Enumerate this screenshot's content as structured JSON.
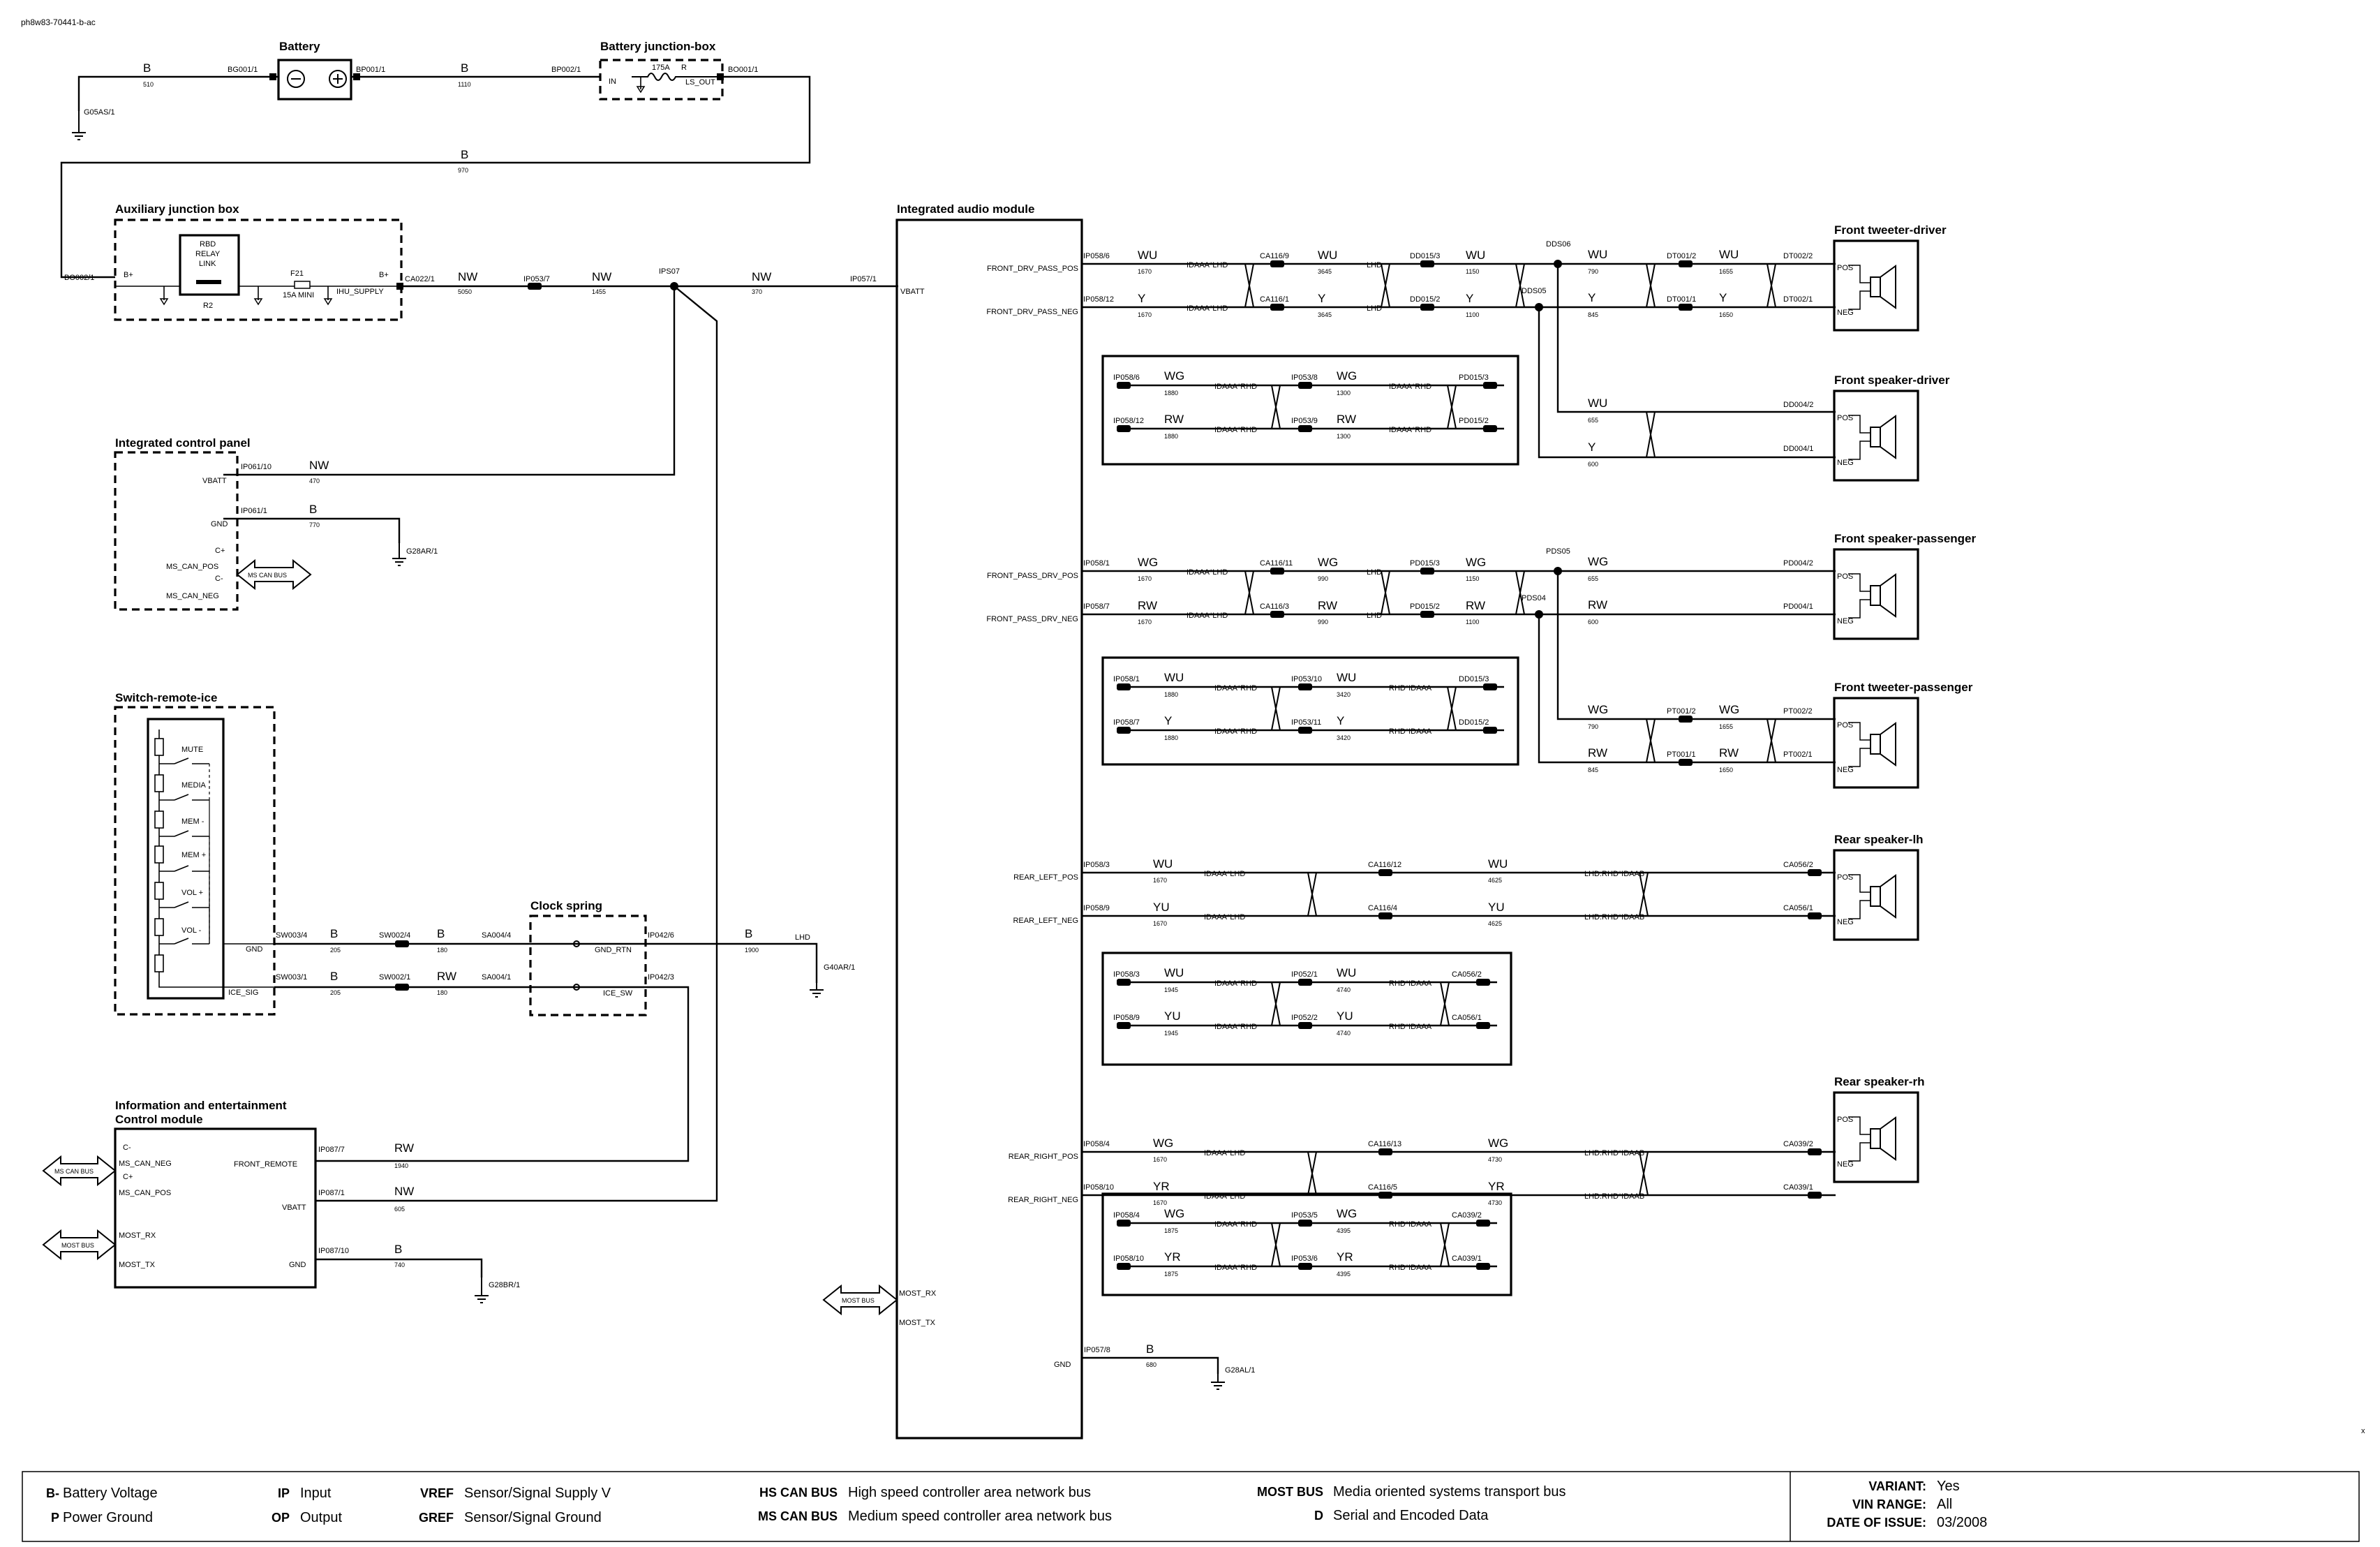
{
  "doc": {
    "id": "ph8w83-70441-b-ac"
  },
  "components": {
    "battery": "Battery",
    "battery_junction": "Battery junction-box",
    "aux_junction": "Auxiliary junction box",
    "icp": "Integrated control panel",
    "switch_remote": "Switch-remote-ice",
    "clock_spring": "Clock spring",
    "iecm_line1": "Information and entertainment",
    "iecm_line2": "Control module",
    "iam": "Integrated audio module",
    "front_tweeter_driver": "Front tweeter-driver",
    "front_speaker_driver": "Front speaker-driver",
    "front_speaker_passenger": "Front speaker-passenger",
    "front_tweeter_passenger": "Front tweeter-passenger",
    "rear_speaker_lh": "Rear speaker-lh",
    "rear_speaker_rh": "Rear speaker-rh"
  },
  "labels": {
    "g05as": "G05AS/1",
    "bg001": "BG001/1",
    "bp001": "BP001/1",
    "bp002": "BP002/1",
    "bo001": "BO001/1",
    "b_510_c": "B",
    "b_510_n": "510",
    "b_1110_c": "B",
    "b_1110_n": "1110",
    "b_970_c": "B",
    "b_970_n": "970",
    "fuse_175": "175A",
    "r": "R",
    "in": "IN",
    "ls_out": "LS_OUT",
    "bo002": "BO002/1",
    "bplus1": "B+",
    "bplus2": "B+",
    "rbd1": "RBD",
    "rbd2": "RELAY",
    "rbd3": "LINK",
    "r2": "R2",
    "f21": "F21",
    "f21v": "15A MINI",
    "ihu": "IHU_SUPPLY",
    "ca022": "CA022/1",
    "nw_5050_c": "NW",
    "nw_5050_n": "5050",
    "ip053_7": "IP053/7",
    "nw_1455_c": "NW",
    "nw_1455_n": "1455",
    "ips07": "IPS07",
    "nw_370_c": "NW",
    "nw_370_n": "370",
    "ip057_1": "IP057/1",
    "vbatt_iam": "VBATT",
    "ip061_10": "IP061/10",
    "vbatt_icp": "VBATT",
    "nw_470_c": "NW",
    "nw_470_n": "470",
    "ip061_1": "IP061/1",
    "gnd_icp": "GND",
    "b_770_c": "B",
    "b_770_n": "770",
    "g28ar": "G28AR/1",
    "cplus": "C+",
    "ms_can_pos": "MS_CAN_POS",
    "cminus": "C-",
    "ms_can_neg": "MS_CAN_NEG",
    "ms_can_bus": "MS CAN BUS",
    "mute": "MUTE",
    "media": "MEDIA",
    "mem_minus": "MEM -",
    "mem_plus": "MEM +",
    "vol_plus": "VOL +",
    "vol_minus": "VOL -",
    "gnd_sw": "GND",
    "ice_sig": "ICE_SIG",
    "sw003_4": "SW003/4",
    "b_205a_c": "B",
    "b_205a_n": "205",
    "sw002_4": "SW002/4",
    "b_180_c": "B",
    "b_180_n": "180",
    "sa004_4": "SA004/4",
    "sw003_1": "SW003/1",
    "b_205b_c": "B",
    "b_205b_n": "205",
    "sw002_1": "SW002/1",
    "rw_180_c": "RW",
    "rw_180_n": "180",
    "sa004_1": "SA004/1",
    "gnd_rtn": "GND_RTN",
    "ice_sw": "ICE_SW",
    "ip042_6": "IP042/6",
    "ip042_3": "IP042/3",
    "b_1900_c": "B",
    "b_1900_n": "1900",
    "lhd": "LHD",
    "g40ar": "G40AR/1",
    "iecm_cminus": "C-",
    "iecm_ms_can_neg": "MS_CAN_NEG",
    "iecm_cplus": "C+",
    "iecm_ms_can_pos": "MS_CAN_POS",
    "iecm_ms_can_bus": "MS CAN BUS",
    "most_rx": "MOST_RX",
    "most_tx": "MOST_TX",
    "most_bus": "MOST BUS",
    "front_remote": "FRONT_REMOTE",
    "iecm_vbatt": "VBATT",
    "iecm_gnd": "GND",
    "ip087_7": "IP087/7",
    "rw_1940_c": "RW",
    "rw_1940_n": "1940",
    "ip087_1": "IP087/1",
    "nw_605_c": "NW",
    "nw_605_n": "605",
    "ip087_10": "IP087/10",
    "b_740_c": "B",
    "b_740_n": "740",
    "g28br": "G28BR/1",
    "iam_most_bus": "MOST BUS",
    "iam_most_rx": "MOST_RX",
    "iam_most_tx": "MOST_TX",
    "iam_gnd": "GND",
    "ip057_8": "IP057/8",
    "b_680_c": "B",
    "b_680_n": "680",
    "g28al": "G28AL/1",
    "pos": "POS",
    "neg": "NEG",
    "x": "x"
  },
  "legend": {
    "items": [
      {
        "key": "B-",
        "val": "Battery Voltage"
      },
      {
        "key": "P",
        "val": "Power Ground"
      },
      {
        "key": "IP",
        "val": "Input"
      },
      {
        "key": "OP",
        "val": "Output"
      },
      {
        "key": "VREF",
        "val": "Sensor/Signal Supply V"
      },
      {
        "key": "GREF",
        "val": "Sensor/Signal Ground"
      },
      {
        "key": "HS CAN BUS",
        "val": "High speed controller area network bus"
      },
      {
        "key": "MS CAN BUS",
        "val": "Medium speed controller area network bus"
      },
      {
        "key": "MOST BUS",
        "val": "Media oriented systems transport bus"
      },
      {
        "key": "D",
        "val": "Serial and Encoded Data"
      }
    ],
    "variant_label": "VARIANT:",
    "variant": "Yes",
    "vin_label": "VIN RANGE:",
    "vin": "All",
    "issue_label": "DATE OF ISSUE:",
    "issue": "03/2008"
  },
  "circuits": [
    {
      "sig1": "FRONT_DRV_PASS_POS",
      "sig2": "FRONT_DRV_PASS_NEG",
      "a1": "IP058/6",
      "a2": "IP058/12",
      "c1": "WU",
      "c2": "Y",
      "n1": "1670",
      "n2": "1670",
      "opt1": "IDAAA*LHD",
      "opt2": "IDAAA*LHD",
      "b1": "CA116/9",
      "b2": "CA116/1",
      "c1b": "WU",
      "c2b": "Y",
      "n1b": "3645",
      "n2b": "3645",
      "opt3": "LHD",
      "opt4": "LHD",
      "d1": "DD015/3",
      "d2": "DD015/2",
      "c1c": "WU",
      "c2c": "Y",
      "n1c": "1150",
      "n2c": "1100",
      "splice1": "DDS06",
      "splice2": "DDS05",
      "box": {
        "r1a": "IP058/6",
        "r1c": "WG",
        "r1n": "1880",
        "r1o": "IDAAA*RHD",
        "r1b": "IP053/8",
        "r1c2": "WG",
        "r1n2": "1300",
        "r1o2": "IDAAA*RHD",
        "r1d": "PD015/3",
        "r2a": "IP058/12",
        "r2c": "RW",
        "r2n": "1880",
        "r2o": "IDAAA*RHD",
        "r2b": "IP053/9",
        "r2c2": "RW",
        "r2n2": "1300",
        "r2o2": "IDAAA*RHD",
        "r2d": "PD015/2"
      }
    },
    {
      "sig1": "FRONT_PASS_DRV_POS",
      "sig2": "FRONT_PASS_DRV_NEG",
      "a1": "IP058/1",
      "a2": "IP058/7",
      "c1": "WG",
      "c2": "RW",
      "n1": "1670",
      "n2": "1670",
      "opt1": "IDAAA*LHD",
      "opt2": "IDAAA*LHD",
      "b1": "CA116/11",
      "b2": "CA116/3",
      "c1b": "WG",
      "c2b": "RW",
      "n1b": "990",
      "n2b": "990",
      "opt3": "LHD",
      "opt4": "LHD",
      "d1": "PD015/3",
      "d2": "PD015/2",
      "c1c": "WG",
      "c2c": "RW",
      "n1c": "1150",
      "n2c": "1100",
      "splice1": "PDS05",
      "splice2": "PDS04",
      "box": {
        "r1a": "IP058/1",
        "r1c": "WU",
        "r1n": "1880",
        "r1o": "IDAAA*RHD",
        "r1b": "IP053/10",
        "r1c2": "WU",
        "r1n2": "3420",
        "r1o2": "RHD*IDAAA",
        "r1d": "DD015/3",
        "r2a": "IP058/7",
        "r2c": "Y",
        "r2n": "1880",
        "r2o": "IDAAA*RHD",
        "r2b": "IP053/11",
        "r2c2": "Y",
        "r2n2": "3420",
        "r2o2": "RHD*IDAAA",
        "r2d": "DD015/2"
      }
    },
    {
      "sig1": "REAR_LEFT_POS",
      "sig2": "REAR_LEFT_NEG",
      "a1": "IP058/3",
      "a2": "IP058/9",
      "c1": "WU",
      "c2": "YU",
      "n1": "1670",
      "n2": "1670",
      "opt1": "IDAAA*LHD",
      "opt2": "IDAAA*LHD",
      "b1": "CA116/12",
      "b2": "CA116/4",
      "c1b": "WU",
      "c2b": "YU",
      "n1b": "4625",
      "n2b": "4625",
      "opt3": "LHD:RHD*IDAAB",
      "opt4": "LHD:RHD*IDAAB",
      "d1": "CA056/2",
      "d2": "CA056/1",
      "box": {
        "r1a": "IP058/3",
        "r1c": "WU",
        "r1n": "1945",
        "r1o": "IDAAA*RHD",
        "r1b": "IP052/1",
        "r1c2": "WU",
        "r1n2": "4740",
        "r1o2": "RHD*IDAAA",
        "r1d": "CA056/2",
        "r2a": "IP058/9",
        "r2c": "YU",
        "r2n": "1945",
        "r2o": "IDAAA*RHD",
        "r2b": "IP052/2",
        "r2c2": "YU",
        "r2n2": "4740",
        "r2o2": "RHD*IDAAA",
        "r2d": "CA056/1"
      }
    },
    {
      "sig1": "REAR_RIGHT_POS",
      "sig2": "REAR_RIGHT_NEG",
      "a1": "IP058/4",
      "a2": "IP058/10",
      "c1": "WG",
      "c2": "YR",
      "n1": "1670",
      "n2": "1670",
      "opt1": "IDAAA*LHD",
      "opt2": "IDAAA*LHD",
      "b1": "CA116/13",
      "b2": "CA116/5",
      "c1b": "WG",
      "c2b": "YR",
      "n1b": "4730",
      "n2b": "4730",
      "opt3": "LHD:RHD*IDAAB",
      "opt4": "LHD:RHD*IDAAB",
      "d1": "CA039/2",
      "d2": "CA039/1",
      "box": {
        "r1a": "IP058/4",
        "r1c": "WG",
        "r1n": "1875",
        "r1o": "IDAAA*RHD",
        "r1b": "IP053/5",
        "r1c2": "WG",
        "r1n2": "4395",
        "r1o2": "RHD*IDAAA",
        "r1d": "CA039/2",
        "r2a": "IP058/10",
        "r2c": "YR",
        "r2n": "1875",
        "r2o": "IDAAA*RHD",
        "r2b": "IP053/6",
        "r2c2": "YR",
        "r2n2": "4395",
        "r2o2": "RHD*IDAAA",
        "r2d": "CA039/1"
      }
    }
  ],
  "branches": {
    "drv_spk_c1": "WU",
    "drv_spk_n1": "655",
    "drv_spk_c2": "Y",
    "drv_spk_n2": "600",
    "drv_spk_d1": "DD004/2",
    "drv_spk_d2": "DD004/1",
    "drv_tw_c1": "WU",
    "drv_tw_n1": "790",
    "drv_tw_c2": "Y",
    "drv_tw_n2": "845",
    "drv_tw_m1": "DT001/2",
    "drv_tw_m2": "DT001/1",
    "drv_tw_c1b": "WU",
    "drv_tw_n1b": "1655",
    "drv_tw_c2b": "Y",
    "drv_tw_n2b": "1650",
    "drv_tw_d1": "DT002/2",
    "drv_tw_d2": "DT002/1",
    "pas_spk_c1": "WG",
    "pas_spk_n1": "655",
    "pas_spk_c2": "RW",
    "pas_spk_n2": "600",
    "pas_spk_d1": "PD004/2",
    "pas_spk_d2": "PD004/1",
    "pas_tw_c1": "WG",
    "pas_tw_n1": "790",
    "pas_tw_c2": "RW",
    "pas_tw_n2": "845",
    "pas_tw_m1": "PT001/2",
    "pas_tw_m2": "PT001/1",
    "pas_tw_c1b": "WG",
    "pas_tw_n1b": "1655",
    "pas_tw_c2b": "RW",
    "pas_tw_n2b": "1650",
    "pas_tw_d1": "PT002/2",
    "pas_tw_d2": "PT002/1"
  }
}
